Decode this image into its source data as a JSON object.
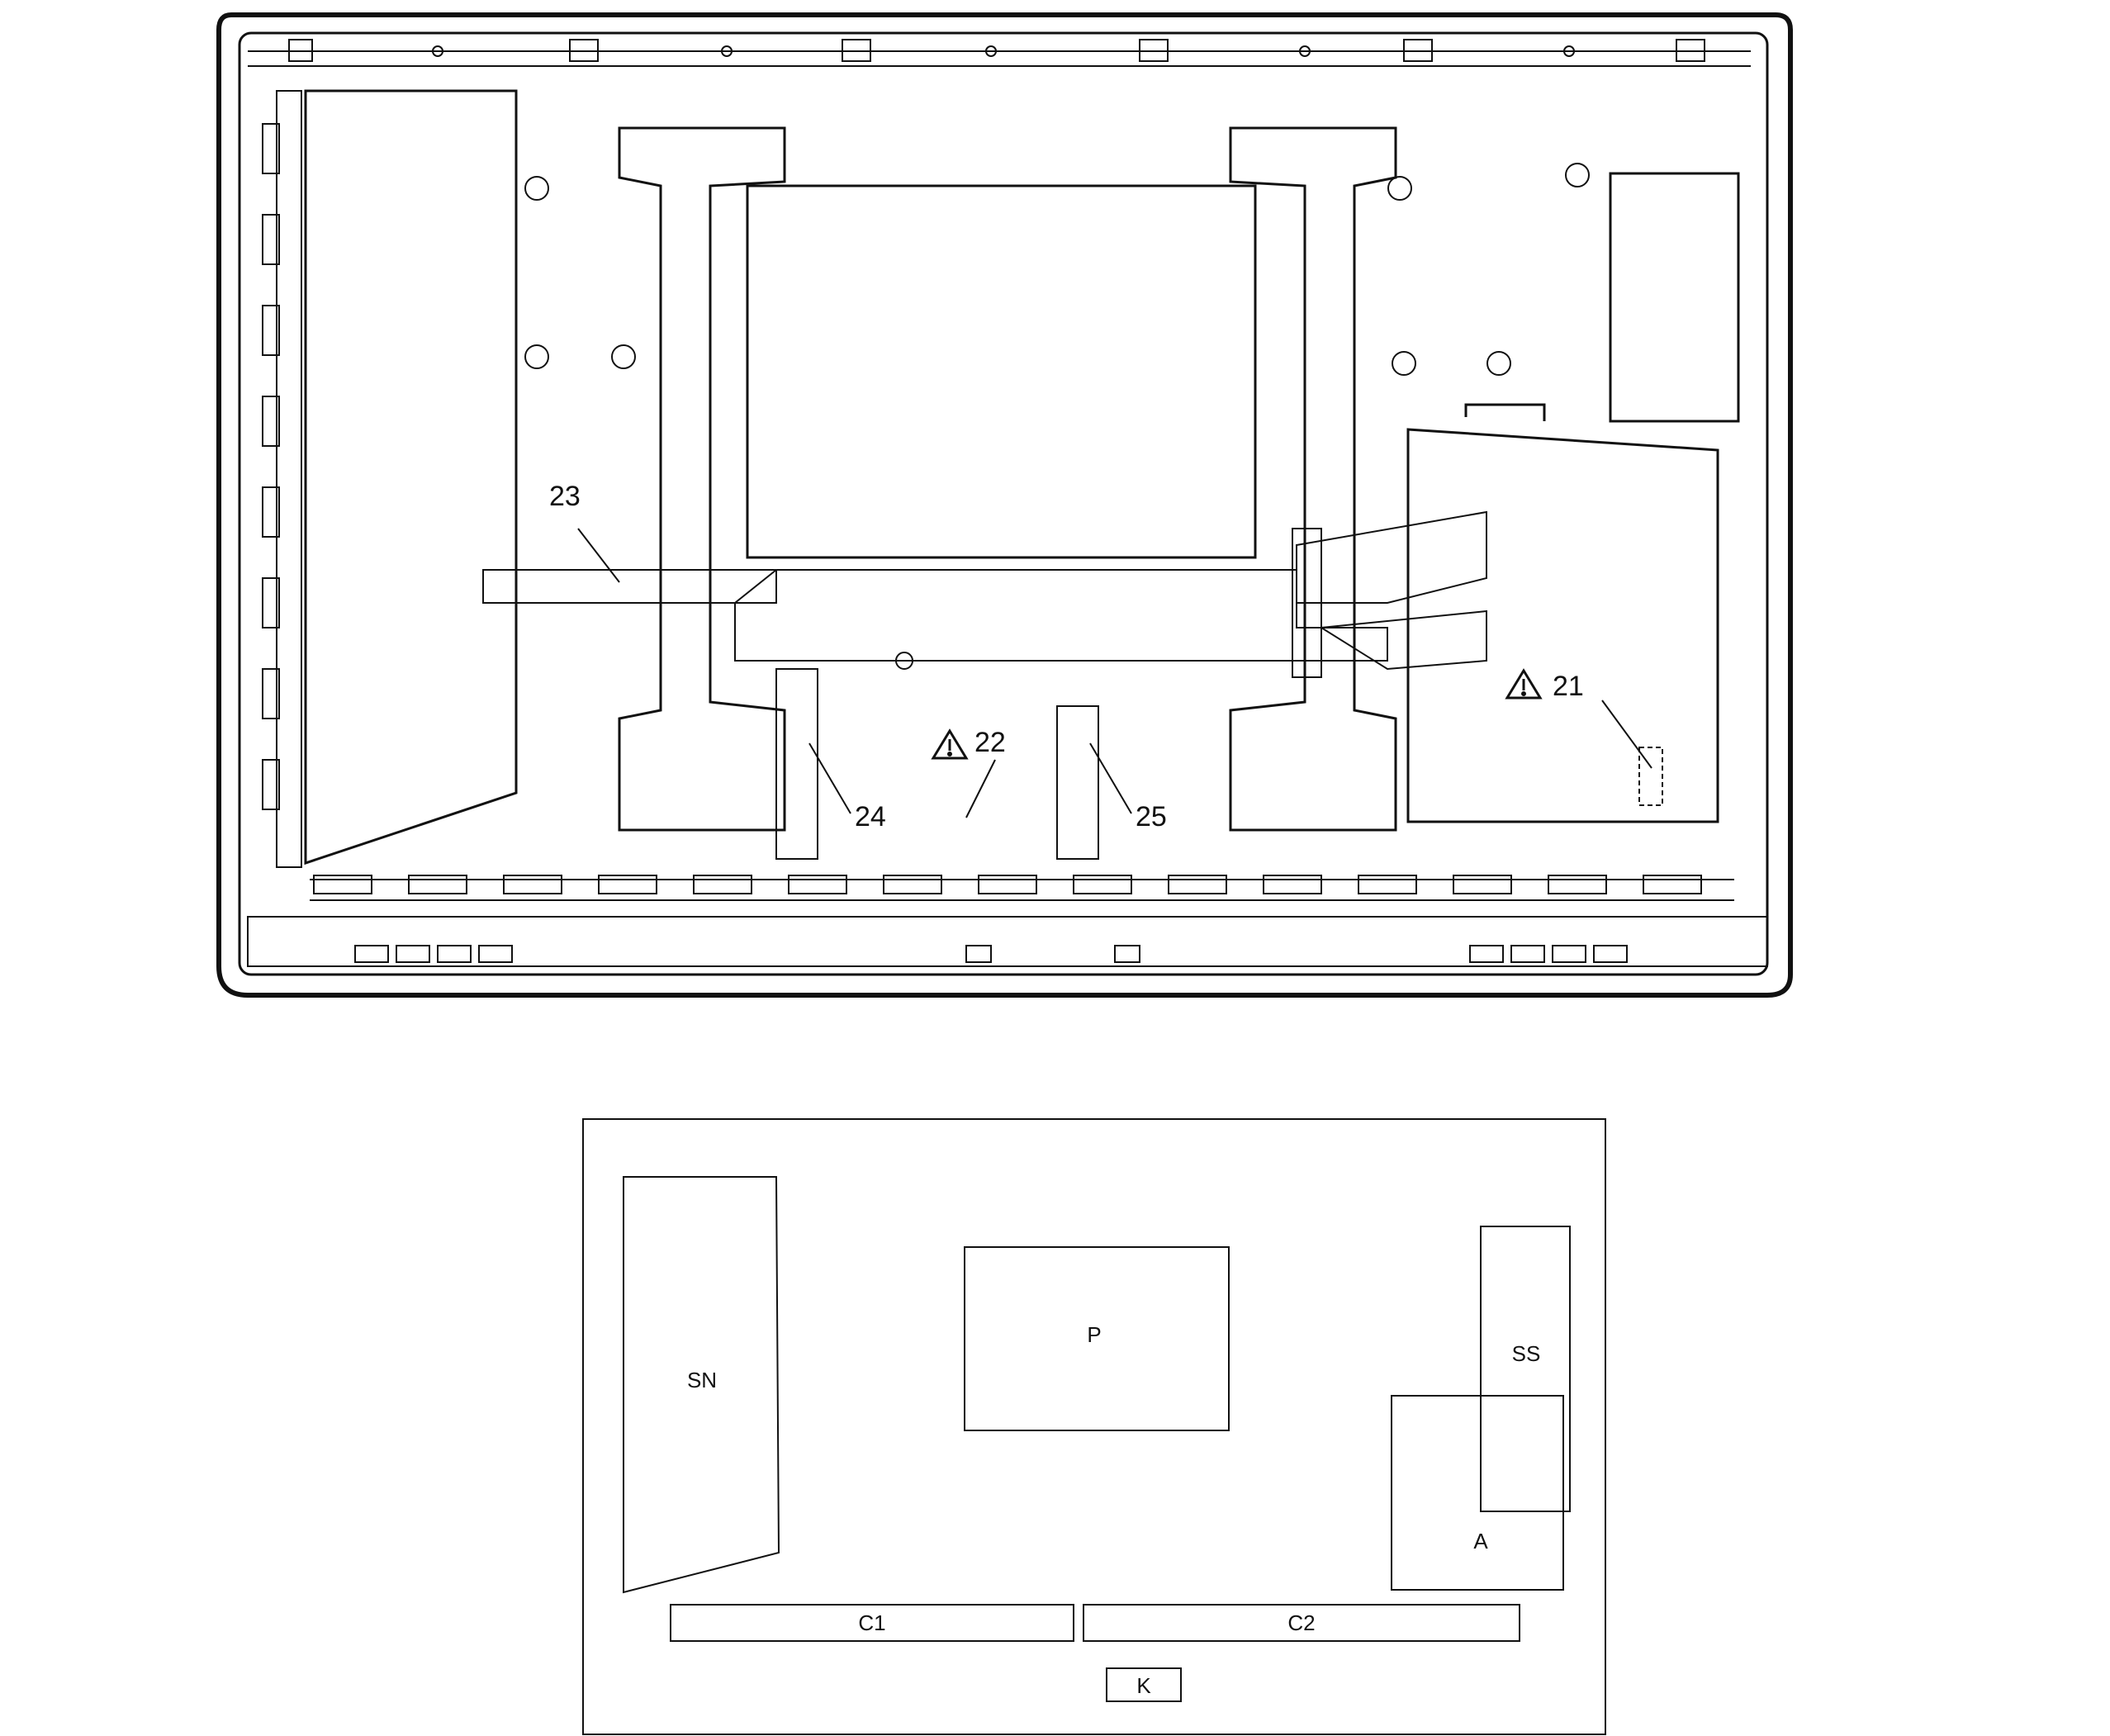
{
  "exploded_view": {
    "callouts": {
      "c21": "21",
      "c22": "22",
      "c23": "23",
      "c24": "24",
      "c25": "25"
    },
    "warning_symbol": "warning-triangle-icon"
  },
  "board_layout": {
    "labels": {
      "SN": "SN",
      "P": "P",
      "SS": "SS",
      "A": "A",
      "C1": "C1",
      "C2": "C2",
      "K": "K"
    }
  },
  "colors": {
    "line": "#111111",
    "background": "#ffffff"
  }
}
